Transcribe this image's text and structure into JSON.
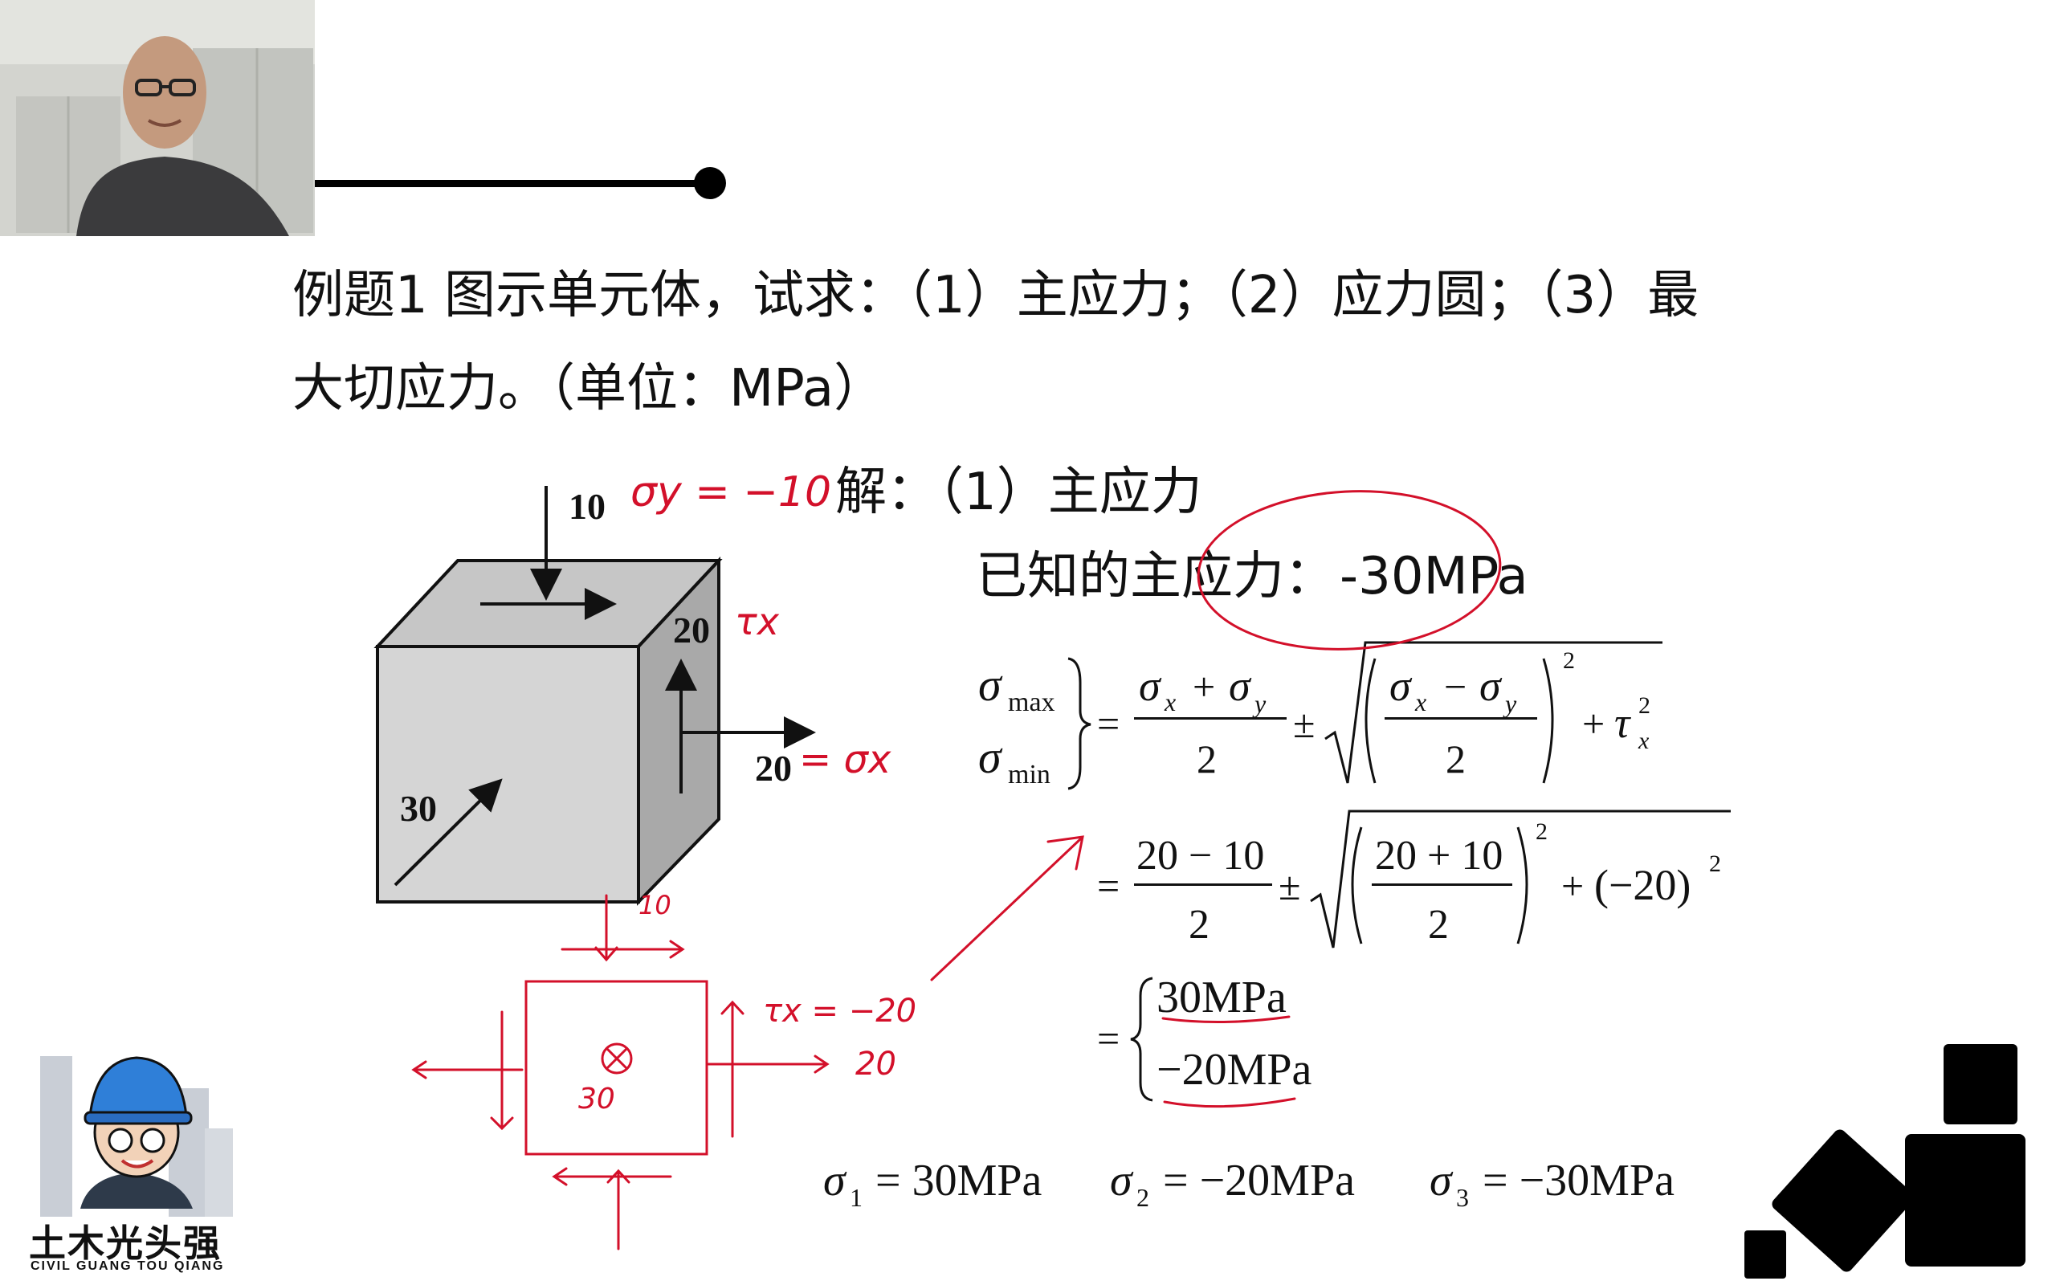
{
  "problem": {
    "line1": "例题1 图示单元体，试求：（1）主应力；（2）应力圆；（3）最",
    "line2": "大切应力。（单位：MPa）"
  },
  "figure": {
    "label_top": "10",
    "label_side_top": "20",
    "label_side_right": "20",
    "label_front": "30"
  },
  "solution": {
    "heading": "解：（1）主应力",
    "known_label": "已知的主应力：",
    "known_value": "-30MPa",
    "row1": {
      "max_sub": "max",
      "min_sub": "min",
      "num1": "σ",
      "num2": "2",
      "pm": "±",
      "plus_tau": "+ τ"
    },
    "row2": {
      "num_a": "20 − 10",
      "den_a": "2",
      "pm": "±",
      "num_b": "20 + 10",
      "den_b": "2",
      "sq": "2",
      "tail": "+(−20)"
    },
    "row3": {
      "v1": "30MPa",
      "v2": "−20MPa"
    },
    "final": {
      "s1": "= 30MPa",
      "s2": "= −20MPa",
      "s3": "= −30MPa"
    }
  },
  "annotations": {
    "sigma_y": "σy = −10",
    "tau_x": "τx",
    "sigma_x": "= σx",
    "small_10": "10",
    "tau_x_eq": "τx = −20",
    "small_20": "20",
    "small_30": "30"
  },
  "brand": {
    "name": "土木光头强",
    "subtitle": "CIVIL GUANG TOU QIANG"
  },
  "colors": {
    "ink": "#111111",
    "annotation_red": "#d3102a",
    "cube_front": "#d5d5d5",
    "cube_top": "#c6c6c6",
    "cube_side": "#a9a9a9"
  }
}
